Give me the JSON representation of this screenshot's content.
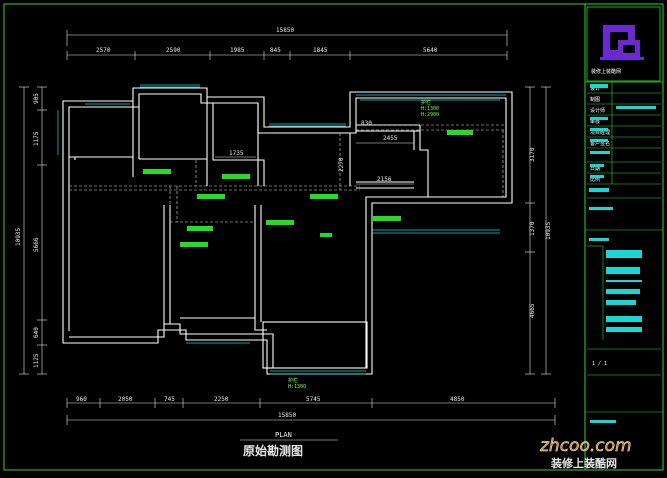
{
  "drawing": {
    "overall_top": "15850",
    "overall_bottom": "15850",
    "top_dims": [
      "2570",
      "2590",
      "1985",
      "845",
      "1845",
      "5640"
    ],
    "bottom_dims": [
      "960",
      "2050",
      "745",
      "2250",
      "5745",
      "4850"
    ],
    "left_dims": [
      "905",
      "1175",
      "5666",
      "640",
      "1125"
    ],
    "left_overall": "10935",
    "right_dims": [
      "3170",
      "1370",
      "4665"
    ],
    "right_overall": "10935",
    "interior_dims": {
      "d1735": "1735",
      "d2455": "2455",
      "d2156": "2156",
      "d830": "830",
      "d2270": "2270"
    },
    "notes": {
      "hulan_top": "护栏",
      "hulan_top_h1": "H:1300",
      "hulan_top_h2": "H:2900",
      "hulan_bottom": "护栏",
      "hulan_bottom_h": "H:1300"
    },
    "plan_label": "PLAN",
    "plan_title": "原始勘测图"
  },
  "title_block": {
    "company": "装修上装酷网",
    "rows": [
      "设计",
      "制图",
      "设计师",
      "审核",
      "项目经理",
      "客户签名",
      "日期",
      "比例"
    ],
    "sheet_no": "1 / 1"
  },
  "watermark": {
    "logo": "zhcoo.com",
    "text": "装修上装酷网"
  },
  "colors": {
    "wall": "#ffffff",
    "dim": "#e8e8e8",
    "frame": "#2bd92b",
    "label_fill": "#22dd22",
    "cyan": "#19d6d6",
    "logo_purple": "#6a2ad0",
    "watermark_orange": "#ff9a1a"
  }
}
